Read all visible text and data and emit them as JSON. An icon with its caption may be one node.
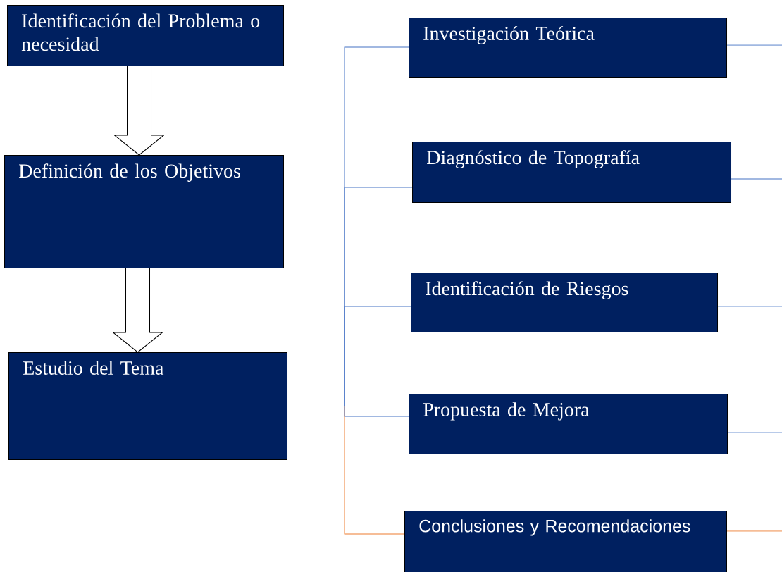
{
  "diagram": {
    "nodes": [
      {
        "text": [
          "Identificación del Problema o necesidad"
        ]
      },
      {
        "text": [
          "Definición de los Objetivos"
        ]
      },
      {
        "text": [
          "Estudio del Tema"
        ]
      },
      {
        "text": [
          "Investigación Teórica"
        ]
      },
      {
        "text": [
          "Diagnóstico de Topografía"
        ]
      },
      {
        "text": [
          "Identificación de Riesgos"
        ]
      },
      {
        "text": [
          "Propuesta de Mejora"
        ]
      },
      {
        "text": [
          "Conclusiones y Recomendaciones"
        ]
      }
    ],
    "edges": [
      {
        "from": 0,
        "to": 1,
        "arrow": "to"
      },
      {
        "from": 1,
        "to": 2,
        "arrow": "to"
      },
      {
        "from": 2,
        "to": 3,
        "arrow": "none"
      },
      {
        "from": 2,
        "to": 4,
        "arrow": "none"
      },
      {
        "from": 2,
        "to": 5,
        "arrow": "none"
      },
      {
        "from": 2,
        "to": 6,
        "arrow": "none"
      },
      {
        "from": 2,
        "to": 7,
        "arrow": "none",
        "color": "#ed7d31"
      },
      {
        "from": 3,
        "to": null,
        "arrow": "none"
      },
      {
        "from": 4,
        "to": null,
        "arrow": "none"
      },
      {
        "from": 5,
        "to": null,
        "arrow": "none"
      },
      {
        "from": 6,
        "to": null,
        "arrow": "none"
      },
      {
        "from": 7,
        "to": null,
        "arrow": "none",
        "color": "#ed7d31"
      }
    ]
  }
}
